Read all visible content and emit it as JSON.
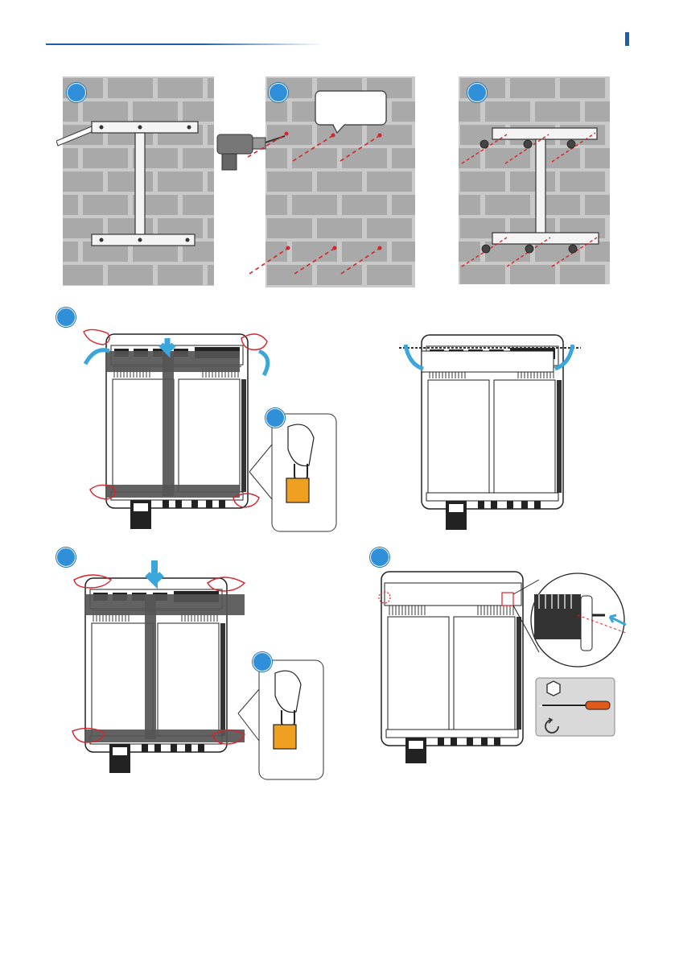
{
  "header": {
    "accent_color": "#1a5fa8"
  },
  "palette": {
    "wall": "#c9c9c9",
    "brick": "#a9a9a9",
    "step_badge": "#2f8fd8",
    "arrow": "#3aa6dc",
    "drill_line": "#d8232a",
    "hand": "#d8232a",
    "lock": "#f0a020",
    "bracket_band": "#555555"
  },
  "steps": [
    {
      "id": 1,
      "icon": "bracket-on-wall"
    },
    {
      "id": 2,
      "icon": "drill-holes",
      "callout_text": ""
    },
    {
      "id": 3,
      "icon": "expansion-bolts"
    },
    {
      "id": 4,
      "icon": "hang-inverter",
      "sub": "padlock-icon"
    },
    {
      "id": 5,
      "icon": "lower-inverter"
    },
    {
      "id": 6,
      "icon": "press-inverter",
      "sub": "padlock-icon"
    },
    {
      "id": 7,
      "icon": "fasten-screw",
      "tools": [
        "hex-nut-icon",
        "screwdriver-icon",
        "rotate-clockwise-icon"
      ]
    }
  ]
}
